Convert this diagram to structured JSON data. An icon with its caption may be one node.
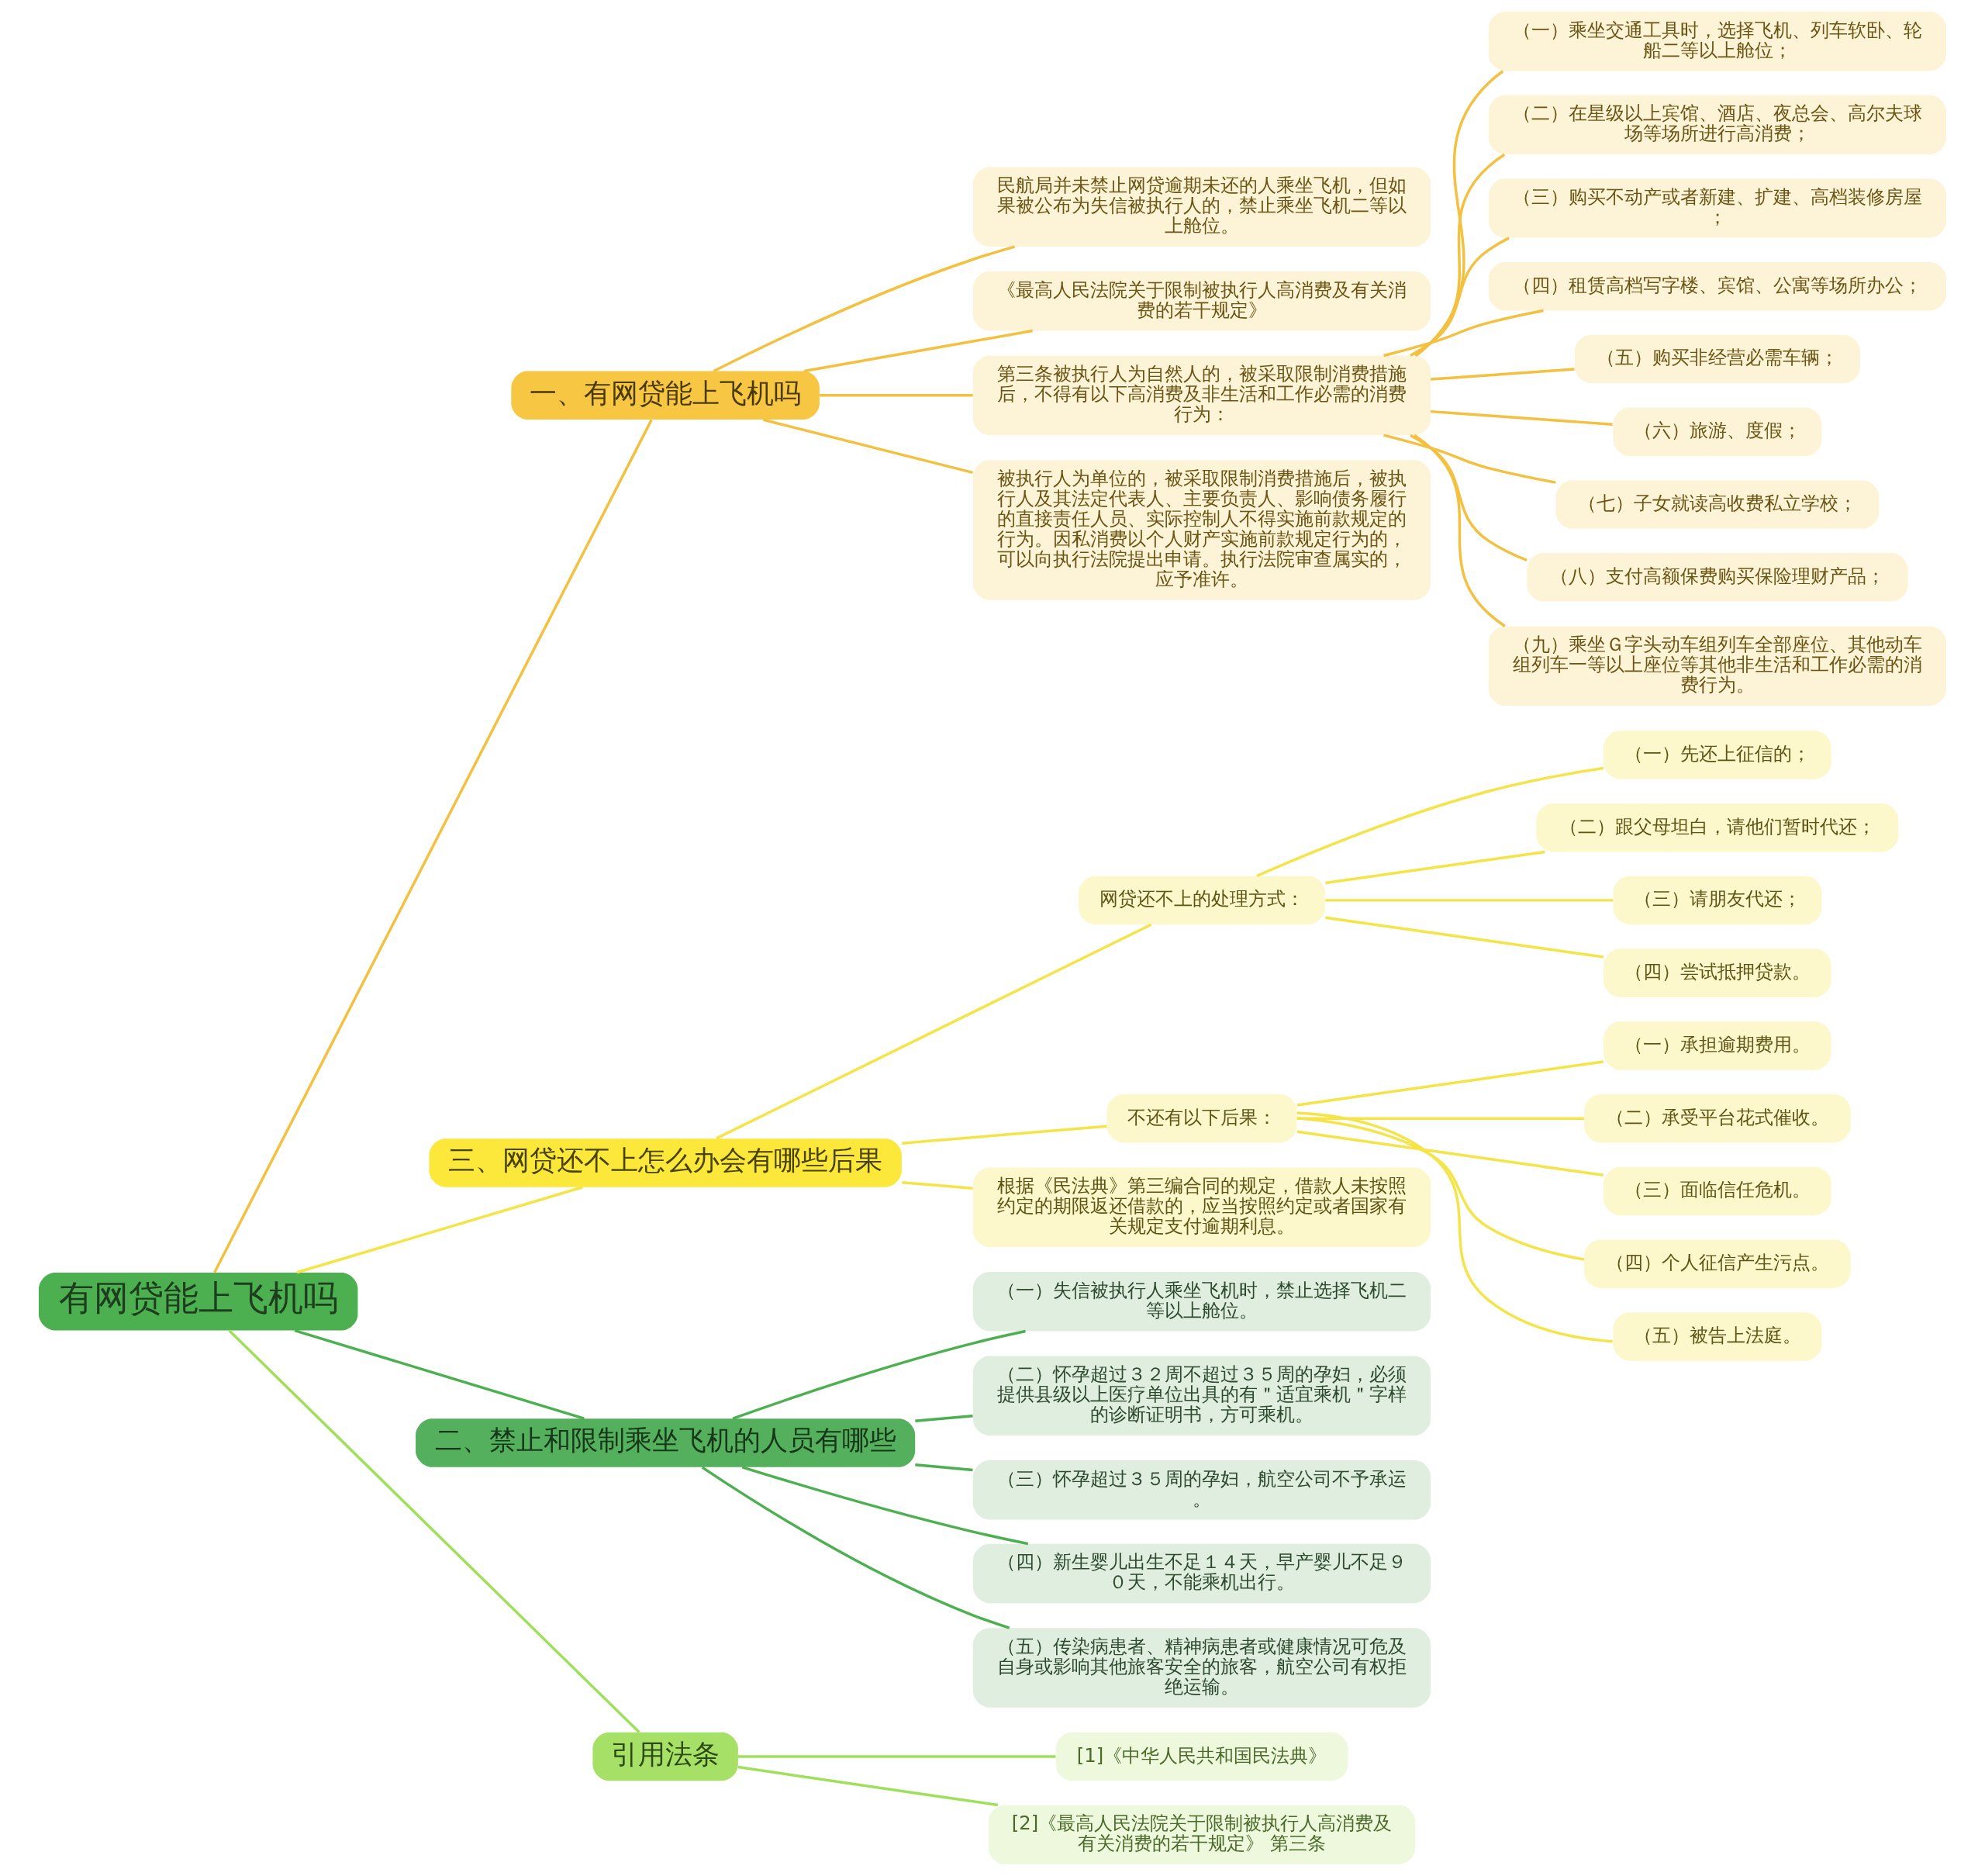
{
  "diagram": {
    "nodes": [
      {
        "text": [
          "有网贷能上飞机吗"
        ]
      },
      {
        "text": [
          "一、有网贷能上飞机吗"
        ]
      },
      {
        "text": [
          "民航局并未禁止网贷逾期未还的人乘坐飞机，但如果被公布为失信被执行人的，禁止乘坐飞机二等以上舱位。"
        ]
      },
      {
        "text": [
          "《最高人民法院关于限制被执行人高消费及有关消费的若干规定》"
        ]
      },
      {
        "text": [
          "第三条被执行人为自然人的，被采取限制消费措施后，不得有以下高消费及非生活和工作必需的消费行为："
        ]
      },
      {
        "text": [
          "（一）乘坐交通工具时，选择飞机、列车软卧、轮船二等以上舱位；"
        ]
      },
      {
        "text": [
          "（二）在星级以上宾馆、酒店、夜总会、高尔夫球场等场所进行高消费；"
        ]
      },
      {
        "text": [
          "（三）购买不动产或者新建、扩建、高档装修房屋；"
        ]
      },
      {
        "text": [
          "（四）租赁高档写字楼、宾馆、公寓等场所办公；"
        ]
      },
      {
        "text": [
          "（五）购买非经营必需车辆；"
        ]
      },
      {
        "text": [
          "（六）旅游、度假；"
        ]
      },
      {
        "text": [
          "（七）子女就读高收费私立学校；"
        ]
      },
      {
        "text": [
          "（八）支付高额保费购买保险理财产品；"
        ]
      },
      {
        "text": [
          "（九）乘坐Ｇ字头动车组列车全部座位、其他动车组列车一等以上座位等其他非生活和工作必需的消费行为。"
        ]
      },
      {
        "text": [
          "被执行人为单位的，被采取限制消费措施后，被执行人及其法定代表人、主要负责人、影响债务履行的直接责任人员、实际控制人不得实施前款规定的行为。因私消费以个人财产实施前款规定行为的，可以向执行法院提出申请。执行法院审查属实的，应予准许。"
        ]
      },
      {
        "text": [
          "三、网贷还不上怎么办会有哪些后果"
        ]
      },
      {
        "text": [
          "网贷还不上的处理方式："
        ]
      },
      {
        "text": [
          "（一）先还上征信的；"
        ]
      },
      {
        "text": [
          "（二）跟父母坦白，请他们暂时代还；"
        ]
      },
      {
        "text": [
          "（三）请朋友代还；"
        ]
      },
      {
        "text": [
          "（四）尝试抵押贷款。"
        ]
      },
      {
        "text": [
          "不还有以下后果："
        ]
      },
      {
        "text": [
          "（一）承担逾期费用。"
        ]
      },
      {
        "text": [
          "（二）承受平台花式催收。"
        ]
      },
      {
        "text": [
          "（三）面临信任危机。"
        ]
      },
      {
        "text": [
          "（四）个人征信产生污点。"
        ]
      },
      {
        "text": [
          "（五）被告上法庭。"
        ]
      },
      {
        "text": [
          "根据《民法典》第三编合同的规定，借款人未按照约定的期限返还借款的，应当按照约定或者国家有关规定支付逾期利息。"
        ]
      },
      {
        "text": [
          "二、禁止和限制乘坐飞机的人员有哪些"
        ]
      },
      {
        "text": [
          "（一）失信被执行人乘坐飞机时，禁止选择飞机二等以上舱位。"
        ]
      },
      {
        "text": [
          "（二）怀孕超过３２周不超过３５周的孕妇，必须提供县级以上医疗单位出具的有＂适宜乘机＂字样的诊断证明书，方可乘机。"
        ]
      },
      {
        "text": [
          "（三）怀孕超过３５周的孕妇，航空公司不予承运。"
        ]
      },
      {
        "text": [
          "（四）新生婴儿出生不足１４天，早产婴儿不足９０天，不能乘机出行。"
        ]
      },
      {
        "text": [
          "（五）传染病患者、精神病患者或健康情况可危及自身或影响其他旅客安全的旅客，航空公司有权拒绝运输。"
        ]
      },
      {
        "text": [
          "引用法条"
        ]
      },
      {
        "text": [
          "[1]《中华人民共和国民法典》"
        ]
      },
      {
        "text": [
          "[2]《最高人民法院关于限制被执行人高消费及有关消费的若干规定》 第三条"
        ]
      }
    ],
    "edges": [
      {
        "from": 0,
        "to": 1,
        "arrow": "none"
      },
      {
        "from": 1,
        "to": 2,
        "arrow": "none"
      },
      {
        "from": 1,
        "to": 3,
        "arrow": "none"
      },
      {
        "from": 1,
        "to": 4,
        "arrow": "none"
      },
      {
        "from": 4,
        "to": 5,
        "arrow": "none"
      },
      {
        "from": 4,
        "to": 6,
        "arrow": "none"
      },
      {
        "from": 4,
        "to": 7,
        "arrow": "none"
      },
      {
        "from": 4,
        "to": 8,
        "arrow": "none"
      },
      {
        "from": 4,
        "to": 9,
        "arrow": "none"
      },
      {
        "from": 4,
        "to": 10,
        "arrow": "none"
      },
      {
        "from": 4,
        "to": 11,
        "arrow": "none"
      },
      {
        "from": 4,
        "to": 12,
        "arrow": "none"
      },
      {
        "from": 4,
        "to": 13,
        "arrow": "none"
      },
      {
        "from": 1,
        "to": 14,
        "arrow": "none"
      },
      {
        "from": 0,
        "to": 15,
        "arrow": "none",
        "color": "#f5e447"
      },
      {
        "from": 15,
        "to": 16,
        "arrow": "none",
        "color": "#f5e447"
      },
      {
        "from": 16,
        "to": 17,
        "arrow": "none",
        "color": "#f5e447"
      },
      {
        "from": 16,
        "to": 18,
        "arrow": "none",
        "color": "#f5e447"
      },
      {
        "from": 16,
        "to": 19,
        "arrow": "none",
        "color": "#f5e447"
      },
      {
        "from": 16,
        "to": 20,
        "arrow": "none",
        "color": "#f5e447"
      },
      {
        "from": 15,
        "to": 21,
        "arrow": "none",
        "color": "#f5e447"
      },
      {
        "from": 21,
        "to": 22,
        "arrow": "none",
        "color": "#f5e447"
      },
      {
        "from": 21,
        "to": 23,
        "arrow": "none",
        "color": "#f5e447"
      },
      {
        "from": 21,
        "to": 24,
        "arrow": "none",
        "color": "#f5e447"
      },
      {
        "from": 21,
        "to": 25,
        "arrow": "none",
        "color": "#f5e447"
      },
      {
        "from": 21,
        "to": 26,
        "arrow": "none",
        "color": "#f5e447"
      },
      {
        "from": 15,
        "to": 27,
        "arrow": "none",
        "color": "#f5e447"
      },
      {
        "from": 0,
        "to": 28,
        "arrow": "none",
        "color": "#4caf50"
      },
      {
        "from": 28,
        "to": 29,
        "arrow": "none",
        "color": "#4caf50"
      },
      {
        "from": 28,
        "to": 30,
        "arrow": "none",
        "color": "#4caf50"
      },
      {
        "from": 28,
        "to": 31,
        "arrow": "none",
        "color": "#4caf50"
      },
      {
        "from": 28,
        "to": 32,
        "arrow": "none",
        "color": "#4caf50"
      },
      {
        "from": 28,
        "to": 33,
        "arrow": "none",
        "color": "#4caf50"
      },
      {
        "from": 0,
        "to": 34,
        "arrow": "none",
        "color": "#9ee05a"
      },
      {
        "from": 34,
        "to": 35,
        "arrow": "none",
        "color": "#9ee05a"
      },
      {
        "from": 34,
        "to": 36,
        "arrow": "none",
        "color": "#9ee05a"
      }
    ]
  }
}
